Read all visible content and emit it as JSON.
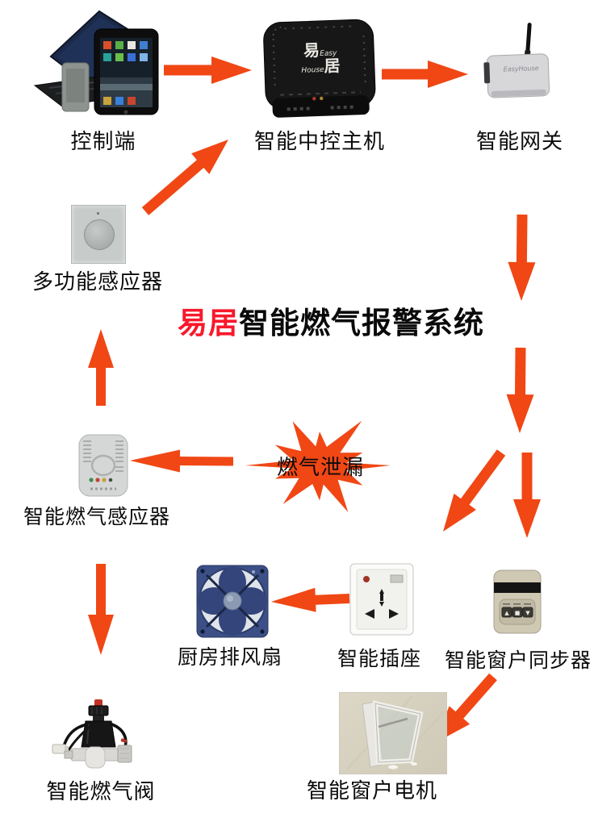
{
  "title": {
    "brand": "易居",
    "rest": "智能燃气报警系统"
  },
  "colors": {
    "arrow": "#f04715",
    "title_brand": "#f9182c",
    "starburst": "#f04715",
    "text": "#0b0b0b"
  },
  "nodes": {
    "control": {
      "label": "控制端"
    },
    "host": {
      "label": "智能中控主机",
      "logo": {
        "cn1": "易",
        "en1": "Easy",
        "en2": "House",
        "cn2": "居"
      }
    },
    "gateway": {
      "label": "智能网关",
      "brand": "EasyHouse"
    },
    "multi_sensor": {
      "label": "多功能感应器"
    },
    "gas_sensor": {
      "label": "智能燃气感应器"
    },
    "leak": {
      "label": "燃气泄漏"
    },
    "fan": {
      "label": "厨房排风扇"
    },
    "socket": {
      "label": "智能插座"
    },
    "window_sync": {
      "label": "智能窗户同步器",
      "buttons": [
        "▲",
        "■",
        "▼"
      ]
    },
    "gas_valve": {
      "label": "智能燃气阀"
    },
    "window_motor": {
      "label": "智能窗户电机"
    }
  }
}
